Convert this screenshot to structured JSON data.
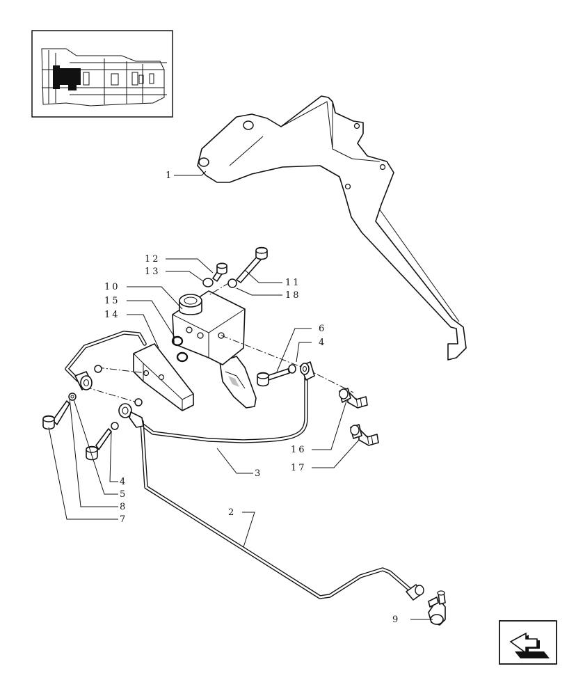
{
  "diagram": {
    "callouts": [
      {
        "id": "c1",
        "text": "1"
      },
      {
        "id": "c2",
        "text": "2"
      },
      {
        "id": "c3",
        "text": "3"
      },
      {
        "id": "c4a",
        "text": "4"
      },
      {
        "id": "c4b",
        "text": "4"
      },
      {
        "id": "c5",
        "text": "5"
      },
      {
        "id": "c6",
        "text": "6"
      },
      {
        "id": "c7",
        "text": "7"
      },
      {
        "id": "c8",
        "text": "8"
      },
      {
        "id": "c9",
        "text": "9"
      },
      {
        "id": "c10",
        "text": "10"
      },
      {
        "id": "c11",
        "text": "11"
      },
      {
        "id": "c12",
        "text": "12"
      },
      {
        "id": "c13",
        "text": "13"
      },
      {
        "id": "c14",
        "text": "14"
      },
      {
        "id": "c15",
        "text": "15"
      },
      {
        "id": "c16",
        "text": "16"
      },
      {
        "id": "c17",
        "text": "17"
      },
      {
        "id": "c18",
        "text": "18"
      }
    ],
    "icons": {
      "thumbnail": "transmission-location-thumbnail",
      "nav": "previous-page-arrow-icon"
    }
  }
}
